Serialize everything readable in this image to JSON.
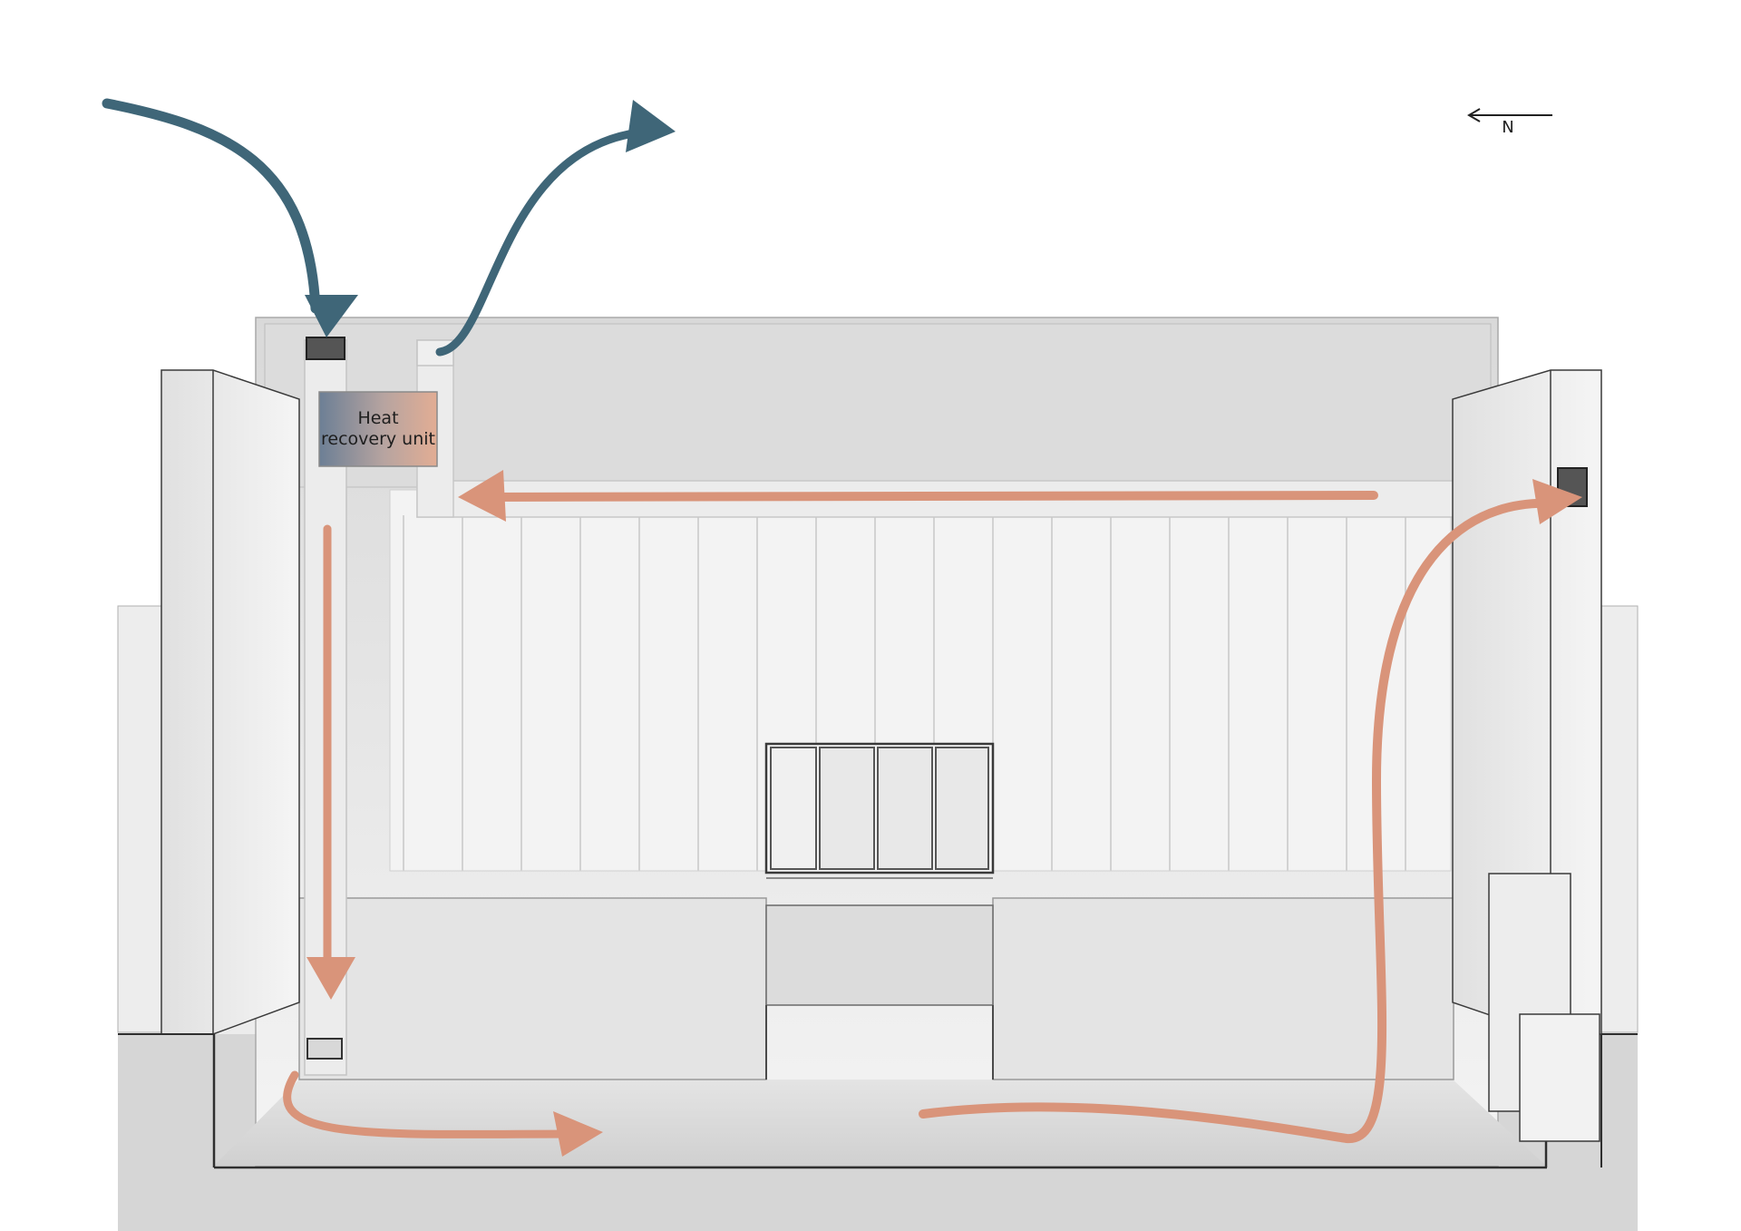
{
  "diagram": {
    "heat_recovery_unit_label": "Heat recovery unit",
    "north_label": "N",
    "colors": {
      "outdoor_airflow": "#3f6678",
      "indoor_airflow": "#d9947a",
      "background": "#ffffff",
      "wall": "#e6e6e6",
      "floor": "#d2d2d2",
      "outline": "#2f2f2f"
    },
    "airflows": [
      {
        "name": "outdoor-supply",
        "direction": "in"
      },
      {
        "name": "exhaust-out",
        "direction": "out"
      },
      {
        "name": "supply-down",
        "direction": "down"
      },
      {
        "name": "floor-flow",
        "direction": "east"
      },
      {
        "name": "return-up",
        "direction": "up"
      },
      {
        "name": "return-duct",
        "direction": "west"
      }
    ]
  }
}
